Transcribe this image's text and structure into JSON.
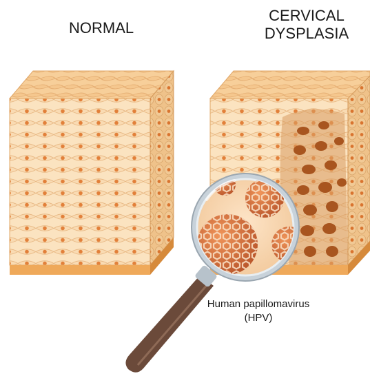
{
  "labels": {
    "normal": "NORMAL",
    "dysplasia_line1": "CERVICAL",
    "dysplasia_line2": "DYSPLASIA",
    "virus_line1": "Human papillomavirus",
    "virus_line2": "(HPV)"
  },
  "colors": {
    "tissue_top": "#f7cf9a",
    "tissue_front": "#fbe3c0",
    "tissue_side": "#efc28a",
    "base_front": "#efa95a",
    "base_side": "#d68a3b",
    "nucleus": "#e2803a",
    "dysplastic_nucleus": "#a8551f",
    "virus_body": "#d9733f",
    "virus_face": "#f6d4b0",
    "lens_rim": "#c8d2da",
    "handle": "#6b4a3a"
  },
  "icons": {
    "magnifier": "magnifying-glass-icon",
    "virus": "virus-icon"
  }
}
